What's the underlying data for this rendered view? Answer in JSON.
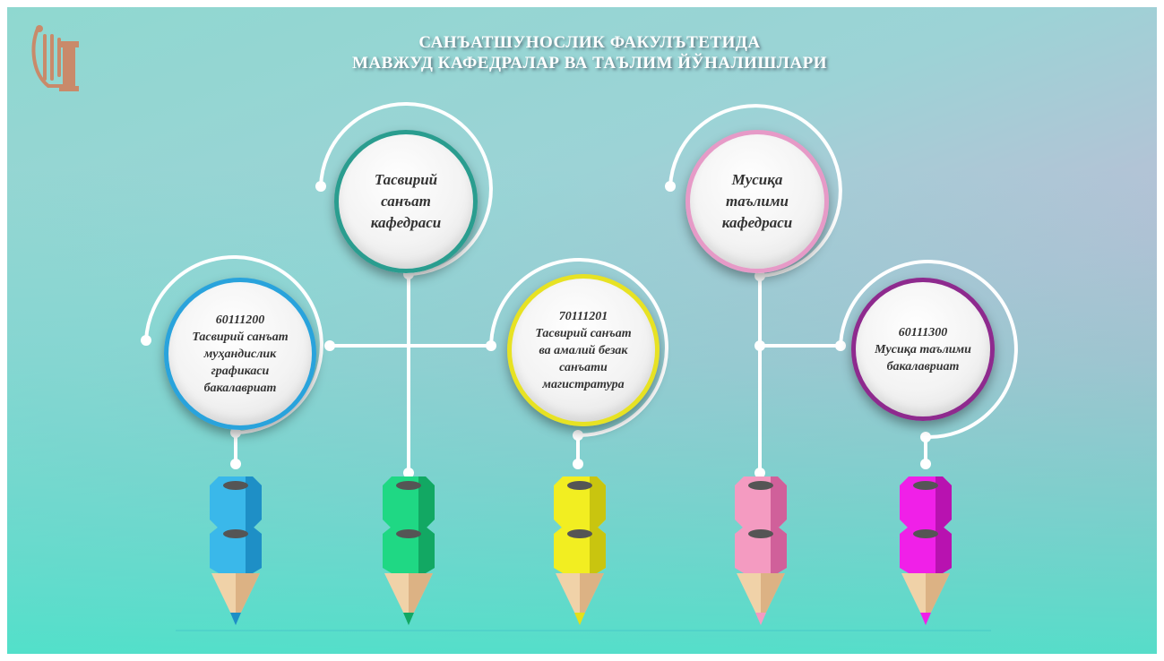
{
  "header": {
    "title_line1": "САНЪАТШУНОСЛИК ФАКУЛЪТЕТИДА",
    "title_line2": "МАВЖУД КАФЕДРАЛАР ВА ТАЪЛИМ ЙЎНАЛИШЛАРИ"
  },
  "departments": [
    {
      "lines": [
        "Тасвирий",
        "санъат",
        "кафедраси"
      ],
      "ring_color": "#2a9d8f"
    },
    {
      "lines": [
        "Мусиқа",
        "таълими",
        "кафедраси"
      ],
      "ring_color": "#e69ac7"
    }
  ],
  "programs": [
    {
      "lines": [
        "60111200",
        "Тасвирий санъат",
        "муҳандислик",
        "графикаси",
        "бакалавриат"
      ],
      "ring_color": "#29a3dc"
    },
    {
      "lines": [
        "70111201",
        "Тасвирий санъат",
        "ва амалий безак",
        "санъати",
        "магистратура"
      ],
      "ring_color": "#e7e223"
    },
    {
      "lines": [
        "60111300",
        "Мусиқа таълими",
        "бакалавриат"
      ],
      "ring_color": "#8e2a8e"
    }
  ],
  "pencils": [
    {
      "color": "blue",
      "body": "#3ab8ea",
      "dark": "#1e8fc6"
    },
    {
      "color": "green",
      "body": "#1fd884",
      "dark": "#12a863"
    },
    {
      "color": "yellow",
      "body": "#f2ee21",
      "dark": "#c9c50f"
    },
    {
      "color": "pink",
      "body": "#f49bc1",
      "dark": "#d0609a"
    },
    {
      "color": "magenta",
      "body": "#f020e8",
      "dark": "#b812b0"
    }
  ]
}
